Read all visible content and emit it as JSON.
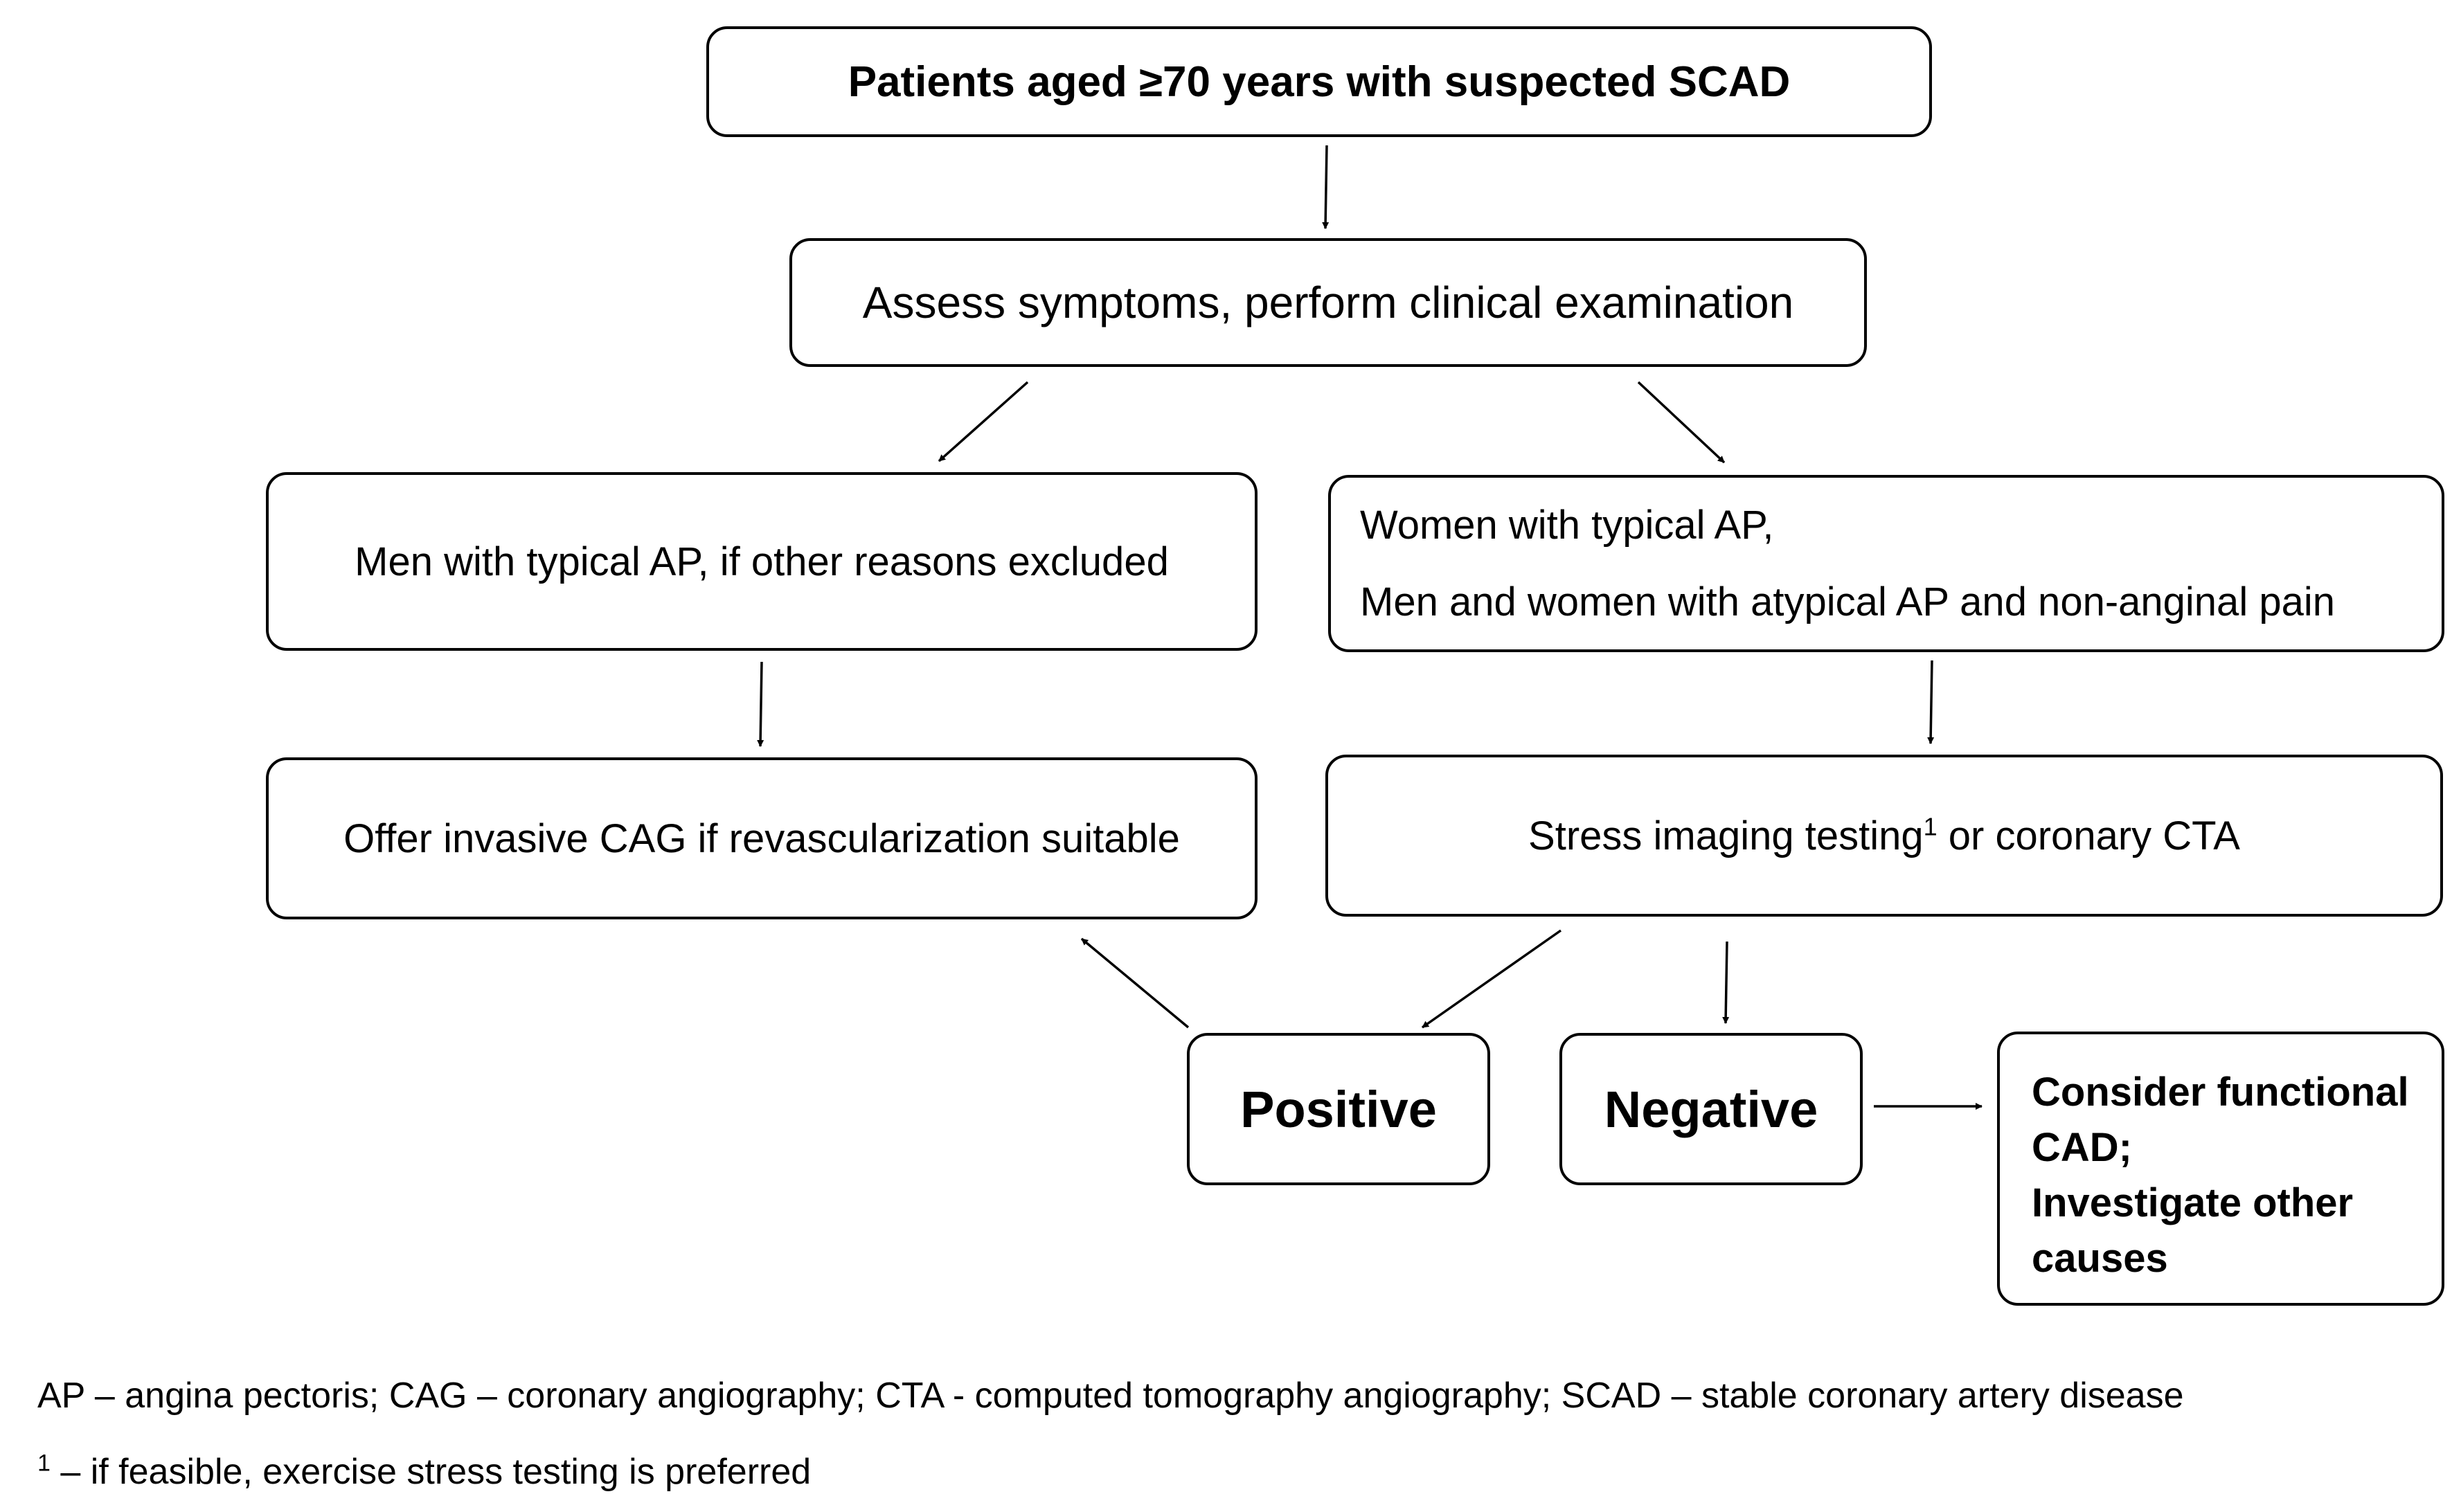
{
  "flowchart": {
    "top": "Patients aged ≥70 years with suspected SCAD",
    "assess": "Assess symptoms, perform clinical examination",
    "men_typical": "Men with typical AP, if other reasons excluded",
    "women_line1": "Women with typical AP,",
    "women_line2": "Men and women with atypical AP and non-anginal pain",
    "offer": "Offer invasive CAG if revascularization suitable",
    "stress_part1": "Stress imaging testing",
    "stress_sup": "1",
    "stress_part2": " or coronary CTA",
    "positive": "Positive",
    "negative": "Negative",
    "consider": "Consider functional\nCAD;\nInvestigate other\ncauses"
  },
  "footnotes": {
    "abbreviations": "AP – angina pectoris; CAG – coronary angiography; CTA - computed tomography angiography; SCAD – stable coronary artery disease",
    "note_marker": "1",
    "note_text": " – if feasible, exercise stress testing is preferred"
  },
  "colors": {
    "stroke": "#000000",
    "background": "#ffffff"
  }
}
